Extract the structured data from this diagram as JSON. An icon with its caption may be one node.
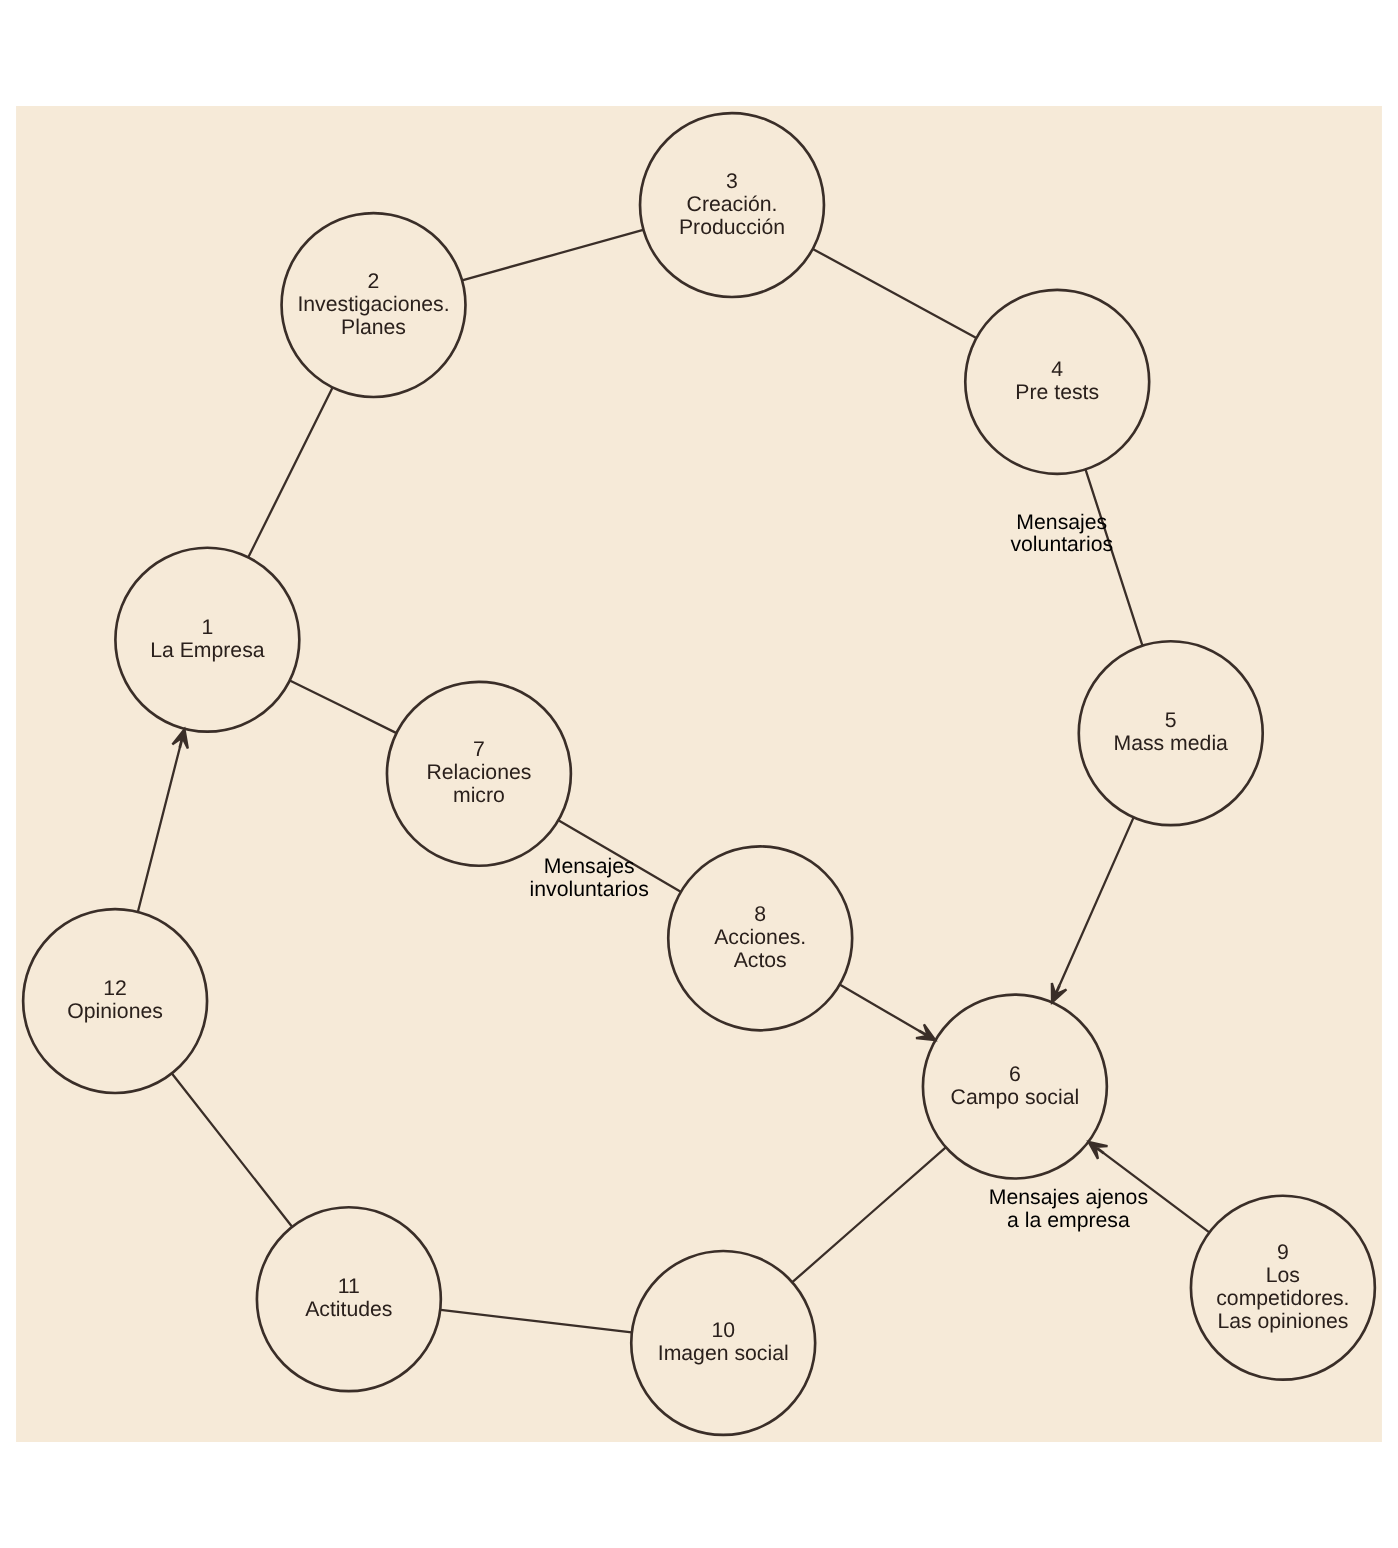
{
  "diagram": {
    "nodes": [
      {
        "text": [
          "1",
          "La Empresa"
        ]
      },
      {
        "text": [
          "2",
          "Investigaciones. Planes"
        ]
      },
      {
        "text": [
          "3",
          "Creación. Producción"
        ]
      },
      {
        "text": [
          "4",
          "Pre tests"
        ]
      },
      {
        "text": [
          "5",
          "Mass media"
        ]
      },
      {
        "text": [
          "6",
          "Campo social"
        ]
      },
      {
        "text": [
          "7",
          "Relaciones micro"
        ]
      },
      {
        "text": [
          "8",
          "Acciones. Actos"
        ]
      },
      {
        "text": [
          "9",
          "Los competidores. Las opiniones"
        ]
      },
      {
        "text": [
          "10",
          "Imagen social"
        ]
      },
      {
        "text": [
          "11",
          "Actitudes"
        ]
      },
      {
        "text": [
          "12",
          "Opiniones"
        ]
      }
    ],
    "edges": [
      {
        "from": 11,
        "to": 0,
        "arrow": "to"
      },
      {
        "from": 0,
        "to": 1,
        "arrow": "none"
      },
      {
        "from": 1,
        "to": 2,
        "arrow": "none"
      },
      {
        "from": 2,
        "to": 3,
        "arrow": "none"
      },
      {
        "from": 3,
        "to": 4,
        "arrow": "none",
        "label": "Mensajes voluntarios"
      },
      {
        "from": 4,
        "to": 5,
        "arrow": "to"
      },
      {
        "from": 0,
        "to": 6,
        "arrow": "none"
      },
      {
        "from": 6,
        "to": 7,
        "arrow": "none",
        "label": "Mensajes involuntarios"
      },
      {
        "from": 7,
        "to": 5,
        "arrow": "to"
      },
      {
        "from": 8,
        "to": 5,
        "arrow": "to",
        "label": "Mensajes ajenos a la empresa"
      },
      {
        "from": 5,
        "to": 9,
        "arrow": "none"
      },
      {
        "from": 9,
        "to": 10,
        "arrow": "none"
      },
      {
        "from": 10,
        "to": 11,
        "arrow": "none"
      }
    ]
  }
}
